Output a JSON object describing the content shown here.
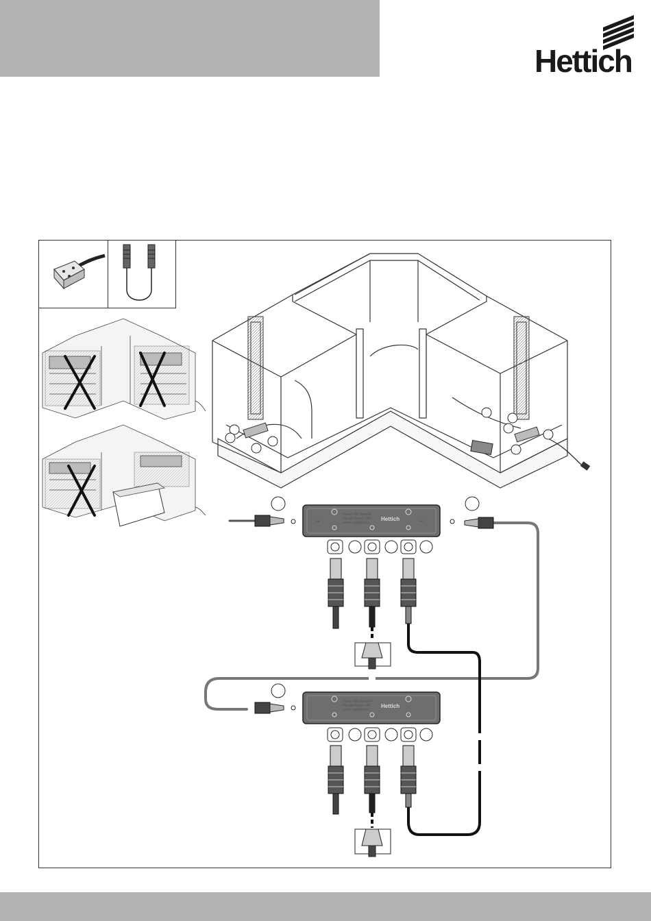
{
  "brand": {
    "logo_text": "Hettich",
    "colors": {
      "header_bar": "#b3b3b3",
      "footer_bar": "#b3b3b3",
      "line": "#333333",
      "housing": "#6e6e6e"
    }
  },
  "device": {
    "label_lines": [
      "Power HM Verteiler",
      "Handle Power 18V",
      "power supply box"
    ],
    "badge": "Hettich"
  },
  "icons": [
    "header-bar",
    "hettich-logo",
    "mounting-bracket-icon",
    "connection-cable-icon",
    "cabinet-not-allowed-icon",
    "cabinet-allowed-icon",
    "corner-cabinet-illustration",
    "distributor-box-icon",
    "connector-plug-icon",
    "callout-circle-icon"
  ]
}
